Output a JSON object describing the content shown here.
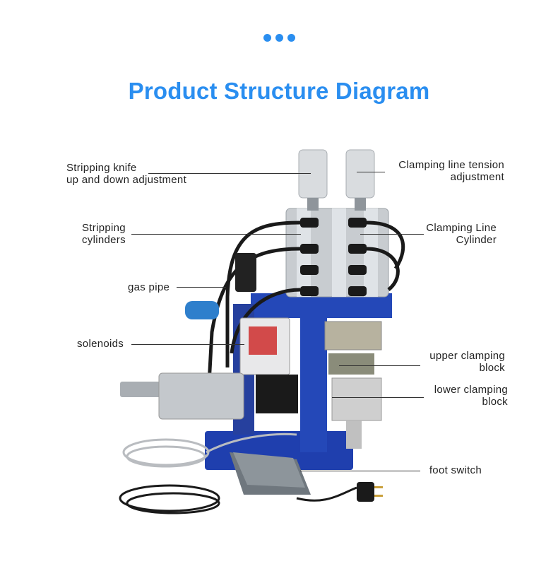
{
  "header": {
    "title": "Product Structure Diagram"
  },
  "labels": {
    "stripping_knife": [
      "Stripping knife",
      "up and down adjustment"
    ],
    "stripping_cylinders": [
      "Stripping",
      "cylinders"
    ],
    "gas_pipe": [
      "gas pipe"
    ],
    "solenoids": [
      "solenoids"
    ],
    "clamping_tension": [
      "Clamping line tension",
      "adjustment"
    ],
    "clamping_cylinder": [
      "Clamping Line",
      "Cylinder"
    ],
    "upper_block": [
      "upper clamping",
      "block"
    ],
    "lower_block": [
      "lower clamping",
      "block"
    ],
    "foot_switch": [
      "foot switch"
    ]
  },
  "colors": {
    "accent": "#2a8ef0",
    "machine_blue": "#1f3fae",
    "metal": "#c8ccd0",
    "hose": "#1a1a1a"
  },
  "icons": {
    "decor": "three-dots-icon"
  }
}
